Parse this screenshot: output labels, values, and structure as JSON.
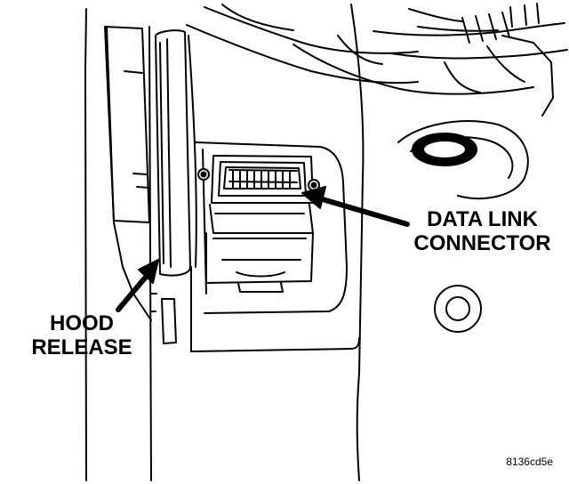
{
  "callouts": {
    "data_link_connector": {
      "line1": "DATA LINK",
      "line2": "CONNECTOR"
    },
    "hood_release": {
      "line1": "HOOD",
      "line2": "RELEASE"
    }
  },
  "figure_code": "8136cd5e",
  "colors": {
    "ink": "#000000",
    "paper": "#ffffff"
  }
}
